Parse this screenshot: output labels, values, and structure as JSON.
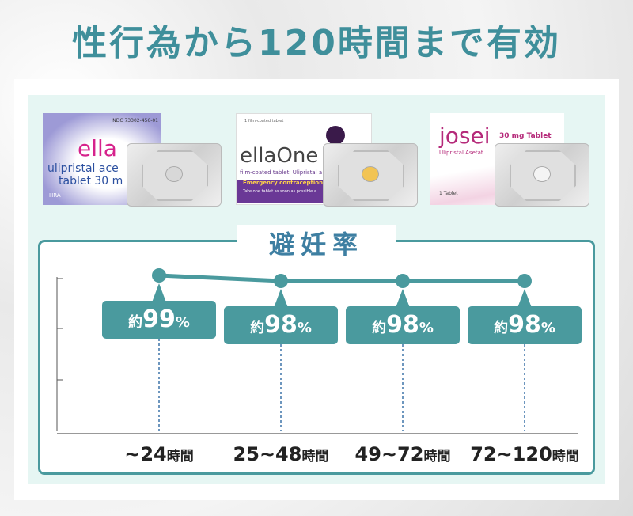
{
  "title": "性行為から120時間まで有効",
  "products": [
    {
      "brand": "ella",
      "lines": [
        "NDC 73302-456-01",
        "ulipristal ace",
        "tablet 30 m",
        "HRA"
      ]
    },
    {
      "brand": "ellaOne",
      "lines": [
        "1 film-coated tablet",
        "film-coated tablet. Ulipristal a",
        "Emergency contraception",
        "Take one tablet as soon as possible a"
      ]
    },
    {
      "brand": "josei",
      "lines": [
        "30 mg Tablet",
        "Ulipristal Asetat",
        "1 Tablet"
      ]
    }
  ],
  "colors": {
    "accent": "#4a9a9e",
    "title": "#3f8f9b",
    "chart_title": "#3e7fa2",
    "background": "#e6f6f3"
  },
  "chart_data": {
    "type": "line",
    "title": "避妊率",
    "categories": [
      "~24",
      "25~48",
      "49~72",
      "72~120"
    ],
    "category_unit": "時間",
    "values": [
      99,
      98,
      98,
      98
    ],
    "labels": [
      {
        "prefix": "約",
        "value": "99",
        "unit": "%"
      },
      {
        "prefix": "約",
        "value": "98",
        "unit": "%"
      },
      {
        "prefix": "約",
        "value": "98",
        "unit": "%"
      },
      {
        "prefix": "約",
        "value": "98",
        "unit": "%"
      }
    ],
    "y_ticks_labeled": false,
    "grid": false
  }
}
